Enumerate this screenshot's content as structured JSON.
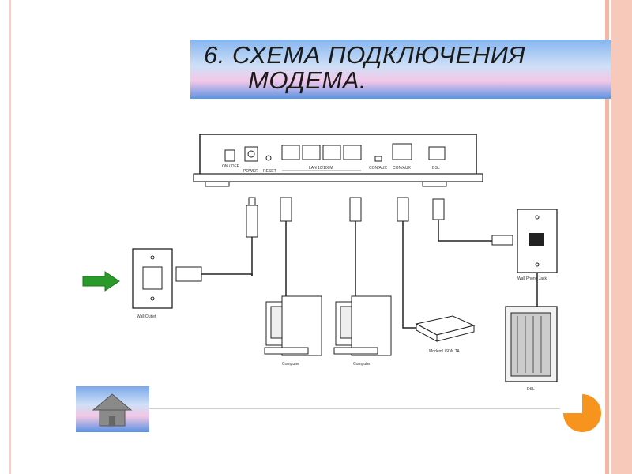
{
  "slide": {
    "title_line1": "6. СХЕМА ПОДКЛЮЧЕНИЯ",
    "title_line2": "МОДЕМА."
  },
  "diagram": {
    "modem_labels": {
      "on_off": "ON / OFF",
      "power": "POWER",
      "reset": "RESET",
      "lan": "LAN 10/100M",
      "con_aux": "CON/AUX",
      "dsl": "DSL"
    },
    "wall_outlet_label": "Wall Outlet",
    "wall_jack_label": "Wall Phone Jack",
    "computer1_label": "Computer",
    "computer2_label": "Computer",
    "isdn_label": "Modem/ ISDN TA",
    "dslam_label": "DSL"
  },
  "colors": {
    "arrow": "#2a9a2a",
    "pie": "#f7941d",
    "title_gradient_top": "#86b5ef",
    "title_gradient_bottom": "#5a93e4"
  },
  "icons": {
    "home": "home-icon",
    "pie": "pie-chart-icon",
    "arrow": "arrow-right-icon"
  }
}
